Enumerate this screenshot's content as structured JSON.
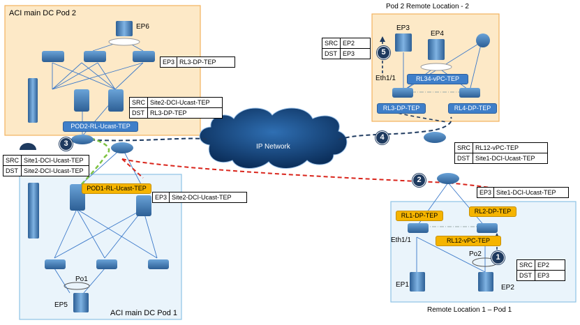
{
  "zones": {
    "pod2": {
      "title": "ACI main DC Pod 2"
    },
    "pod1": {
      "title": "ACI main DC Pod 1"
    },
    "remote2": {
      "title": "Pod 2 Remote Location - 2"
    },
    "remote1": {
      "title": "Remote Location 1 – Pod 1"
    }
  },
  "cloud": {
    "label": "IP Network"
  },
  "endpoints": {
    "ep1": "EP1",
    "ep2": "EP2",
    "ep3": "EP3",
    "ep4": "EP4",
    "ep5": "EP5",
    "ep6": "EP6"
  },
  "interfaces": {
    "eth_remote2": "Eth1/1",
    "eth_remote1": "Eth1/1",
    "po1": "Po1",
    "po2": "Po2"
  },
  "teps": {
    "pod2_rl": "POD2-RL-Ucast-TEP",
    "pod1_rl": "POD1-RL-Ucast-TEP",
    "rl34_vpc": "RL34-vPC-TEP",
    "rl3_dp": "RL3-DP-TEP",
    "rl4_dp": "RL4-DP-TEP",
    "rl1_dp": "RL1-DP-TEP",
    "rl2_dp": "RL2-DP-TEP",
    "rl12_vpc": "RL12-vPC-TEP"
  },
  "headers": {
    "pod2_spine": {
      "src_label": "SRC",
      "src": "Site2-DCI-Ucast-TEP",
      "dst_label": "DST",
      "dst": "RL3-DP-TEP"
    },
    "left_wire": {
      "src_label": "SRC",
      "src": "Site1-DCI-Ucast-TEP",
      "dst_label": "DST",
      "dst": "Site2-DCI-Ucast-TEP"
    },
    "remote2_ep": {
      "src_label": "SRC",
      "src": "EP2",
      "dst_label": "DST",
      "dst": "EP3"
    },
    "remote1_wan": {
      "src_label": "SRC",
      "src": "RL12-vPC-TEP",
      "dst_label": "DST",
      "dst": "Site1-DCI-Ucast-TEP"
    },
    "remote1_ep": {
      "src_label": "SRC",
      "src": "EP2",
      "dst_label": "DST",
      "dst": "EP3"
    }
  },
  "mappings": {
    "pod2": {
      "ep": "EP3",
      "tep": "RL3-DP-TEP"
    },
    "pod1": {
      "ep": "EP3",
      "tep": "Site2-DCI-Ucast-TEP"
    },
    "remote1": {
      "ep": "EP3",
      "tep": "Site1-DCI-Ucast-TEP"
    }
  },
  "steps": {
    "s1": "1",
    "s2": "2",
    "s3": "3",
    "s4": "4",
    "s5": "5"
  },
  "colors": {
    "zone_fill": "#fde9c7",
    "zone_border": "#f2b25e",
    "pod1_fill": "#eaf4fb",
    "pod1_border": "#8ec3e6",
    "device": "#3a6ea5",
    "link": "#3a78c9",
    "red_path": "#d9241b",
    "green_path": "#7ec242",
    "navy_path": "#1e3a5f"
  }
}
